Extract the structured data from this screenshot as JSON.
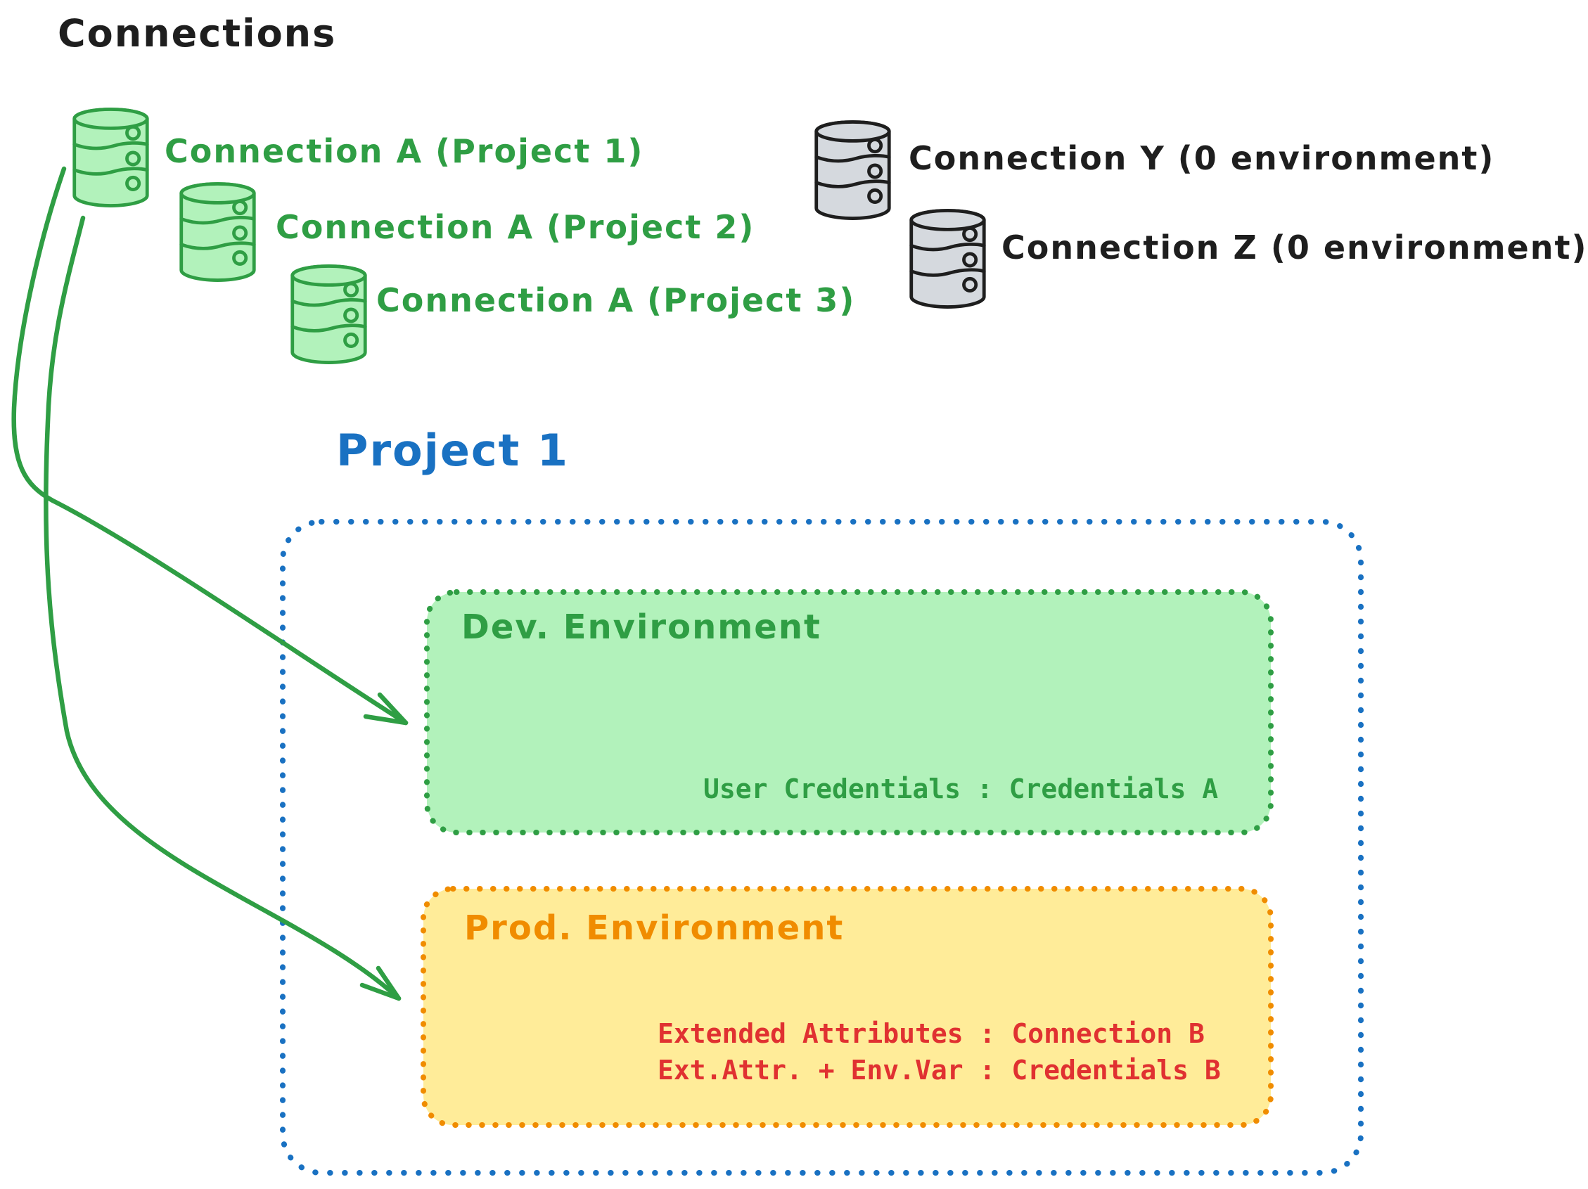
{
  "title": "Connections",
  "palette": {
    "ink": "#1e1e1e",
    "green": "#2f9e44",
    "green_fill": "#b2f2bb",
    "gray_fill": "#d5d9de",
    "blue": "#1971c2",
    "orange": "#f08c00",
    "yellow_fill": "#ffec99",
    "red": "#e03131"
  },
  "connections": {
    "assigned": [
      {
        "label": "Connection A (Project 1)"
      },
      {
        "label": "Connection A (Project 2)"
      },
      {
        "label": "Connection A (Project 3)"
      }
    ],
    "unassigned": [
      {
        "label": "Connection Y (0 environment)"
      },
      {
        "label": "Connection Z (0 environment)"
      }
    ]
  },
  "project": {
    "title": "Project 1",
    "environments": [
      {
        "name": "Dev. Environment",
        "details": [
          "User Credentials : Credentials A"
        ]
      },
      {
        "name": "Prod. Environment",
        "details": [
          "Extended Attributes : Connection B",
          "Ext.Attr. + Env.Var : Credentials B"
        ]
      }
    ]
  }
}
